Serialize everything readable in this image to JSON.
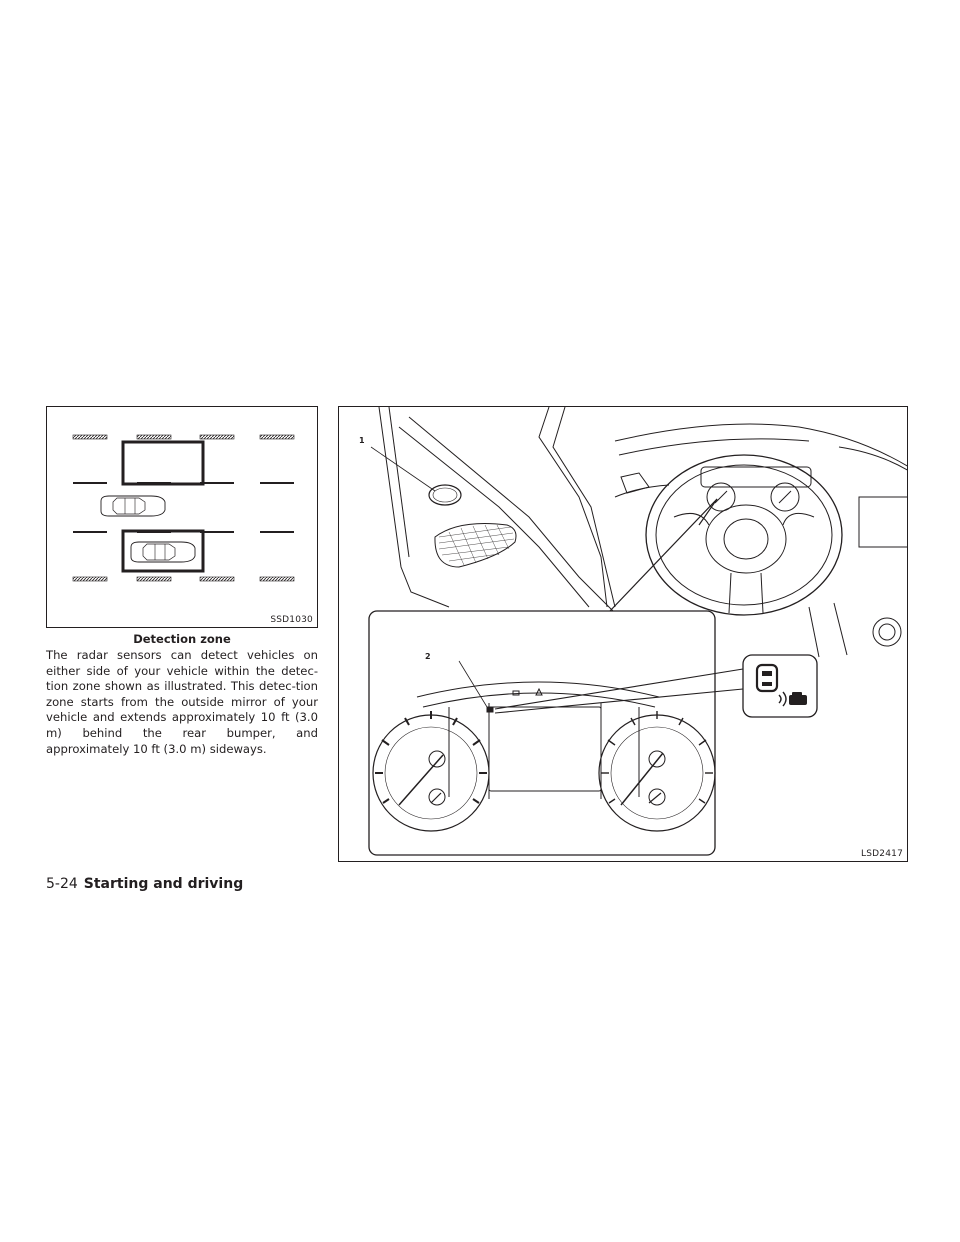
{
  "figure1": {
    "code": "SSD1030",
    "caption": "Detection zone"
  },
  "body_text": "The radar sensors can detect vehicles on either side of your vehicle within the detec-tion zone shown as illustrated. This detec-tion zone starts from the outside mirror of your vehicle and extends approximately 10 ft (3.0 m) behind the rear bumper, and approximately 10 ft (3.0 m) sideways.",
  "figure2": {
    "code": "LSD2417",
    "callouts": [
      "1",
      "2"
    ],
    "icon": "blind-spot-warning-indicator-icon"
  },
  "footer": {
    "page": "5-24",
    "section": "Starting and driving"
  }
}
